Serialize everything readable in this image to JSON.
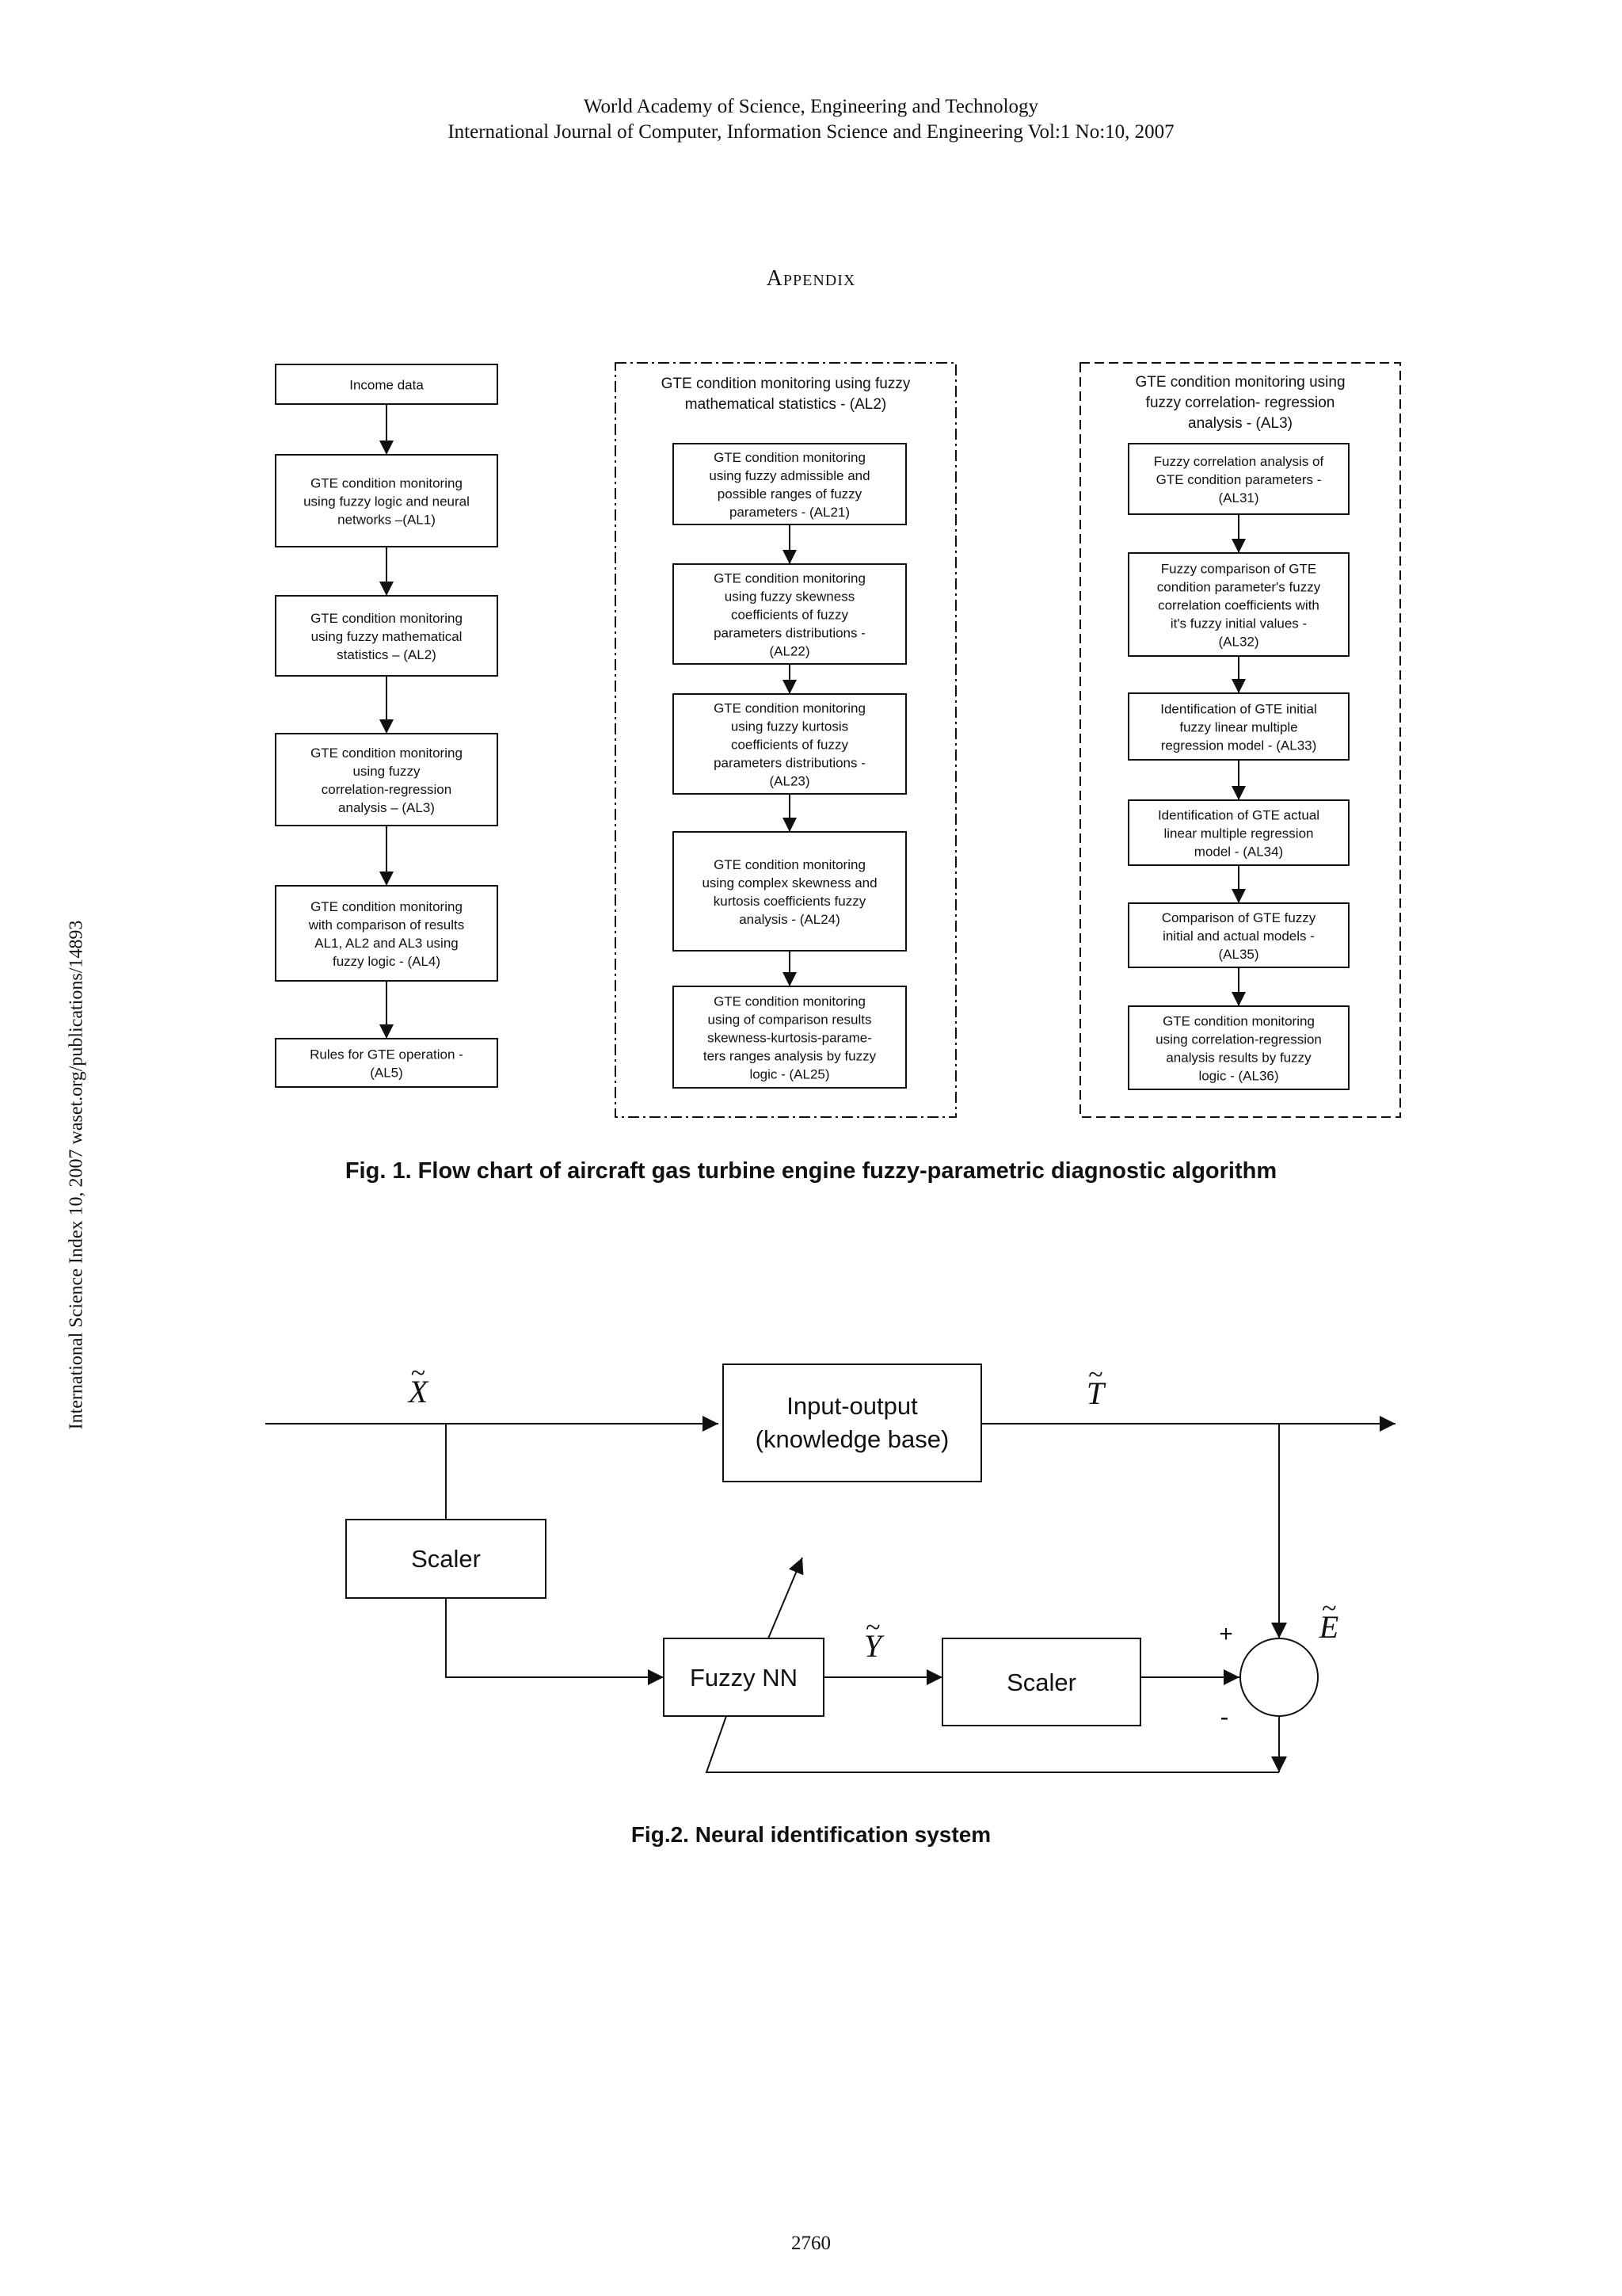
{
  "header": {
    "line1": "World Academy of Science, Engineering and Technology",
    "line2": "International Journal of Computer, Information Science and Engineering Vol:1 No:10, 2007"
  },
  "appendix_title": "Appendix",
  "side_note": "International Science Index 10, 2007 waset.org/publications/14893",
  "fig1": {
    "caption": "Fig. 1. Flow chart of aircraft gas turbine engine fuzzy-parametric  diagnostic algorithm",
    "col1": [
      [
        "Income data"
      ],
      [
        "GTE condition monitoring",
        "using  fuzzy  logic and neural",
        "networks –(AL1)"
      ],
      [
        "GTE  condition monitoring",
        "using  fuzzy  mathematical",
        "statistics – (AL2)"
      ],
      [
        "GTE condition monitoring",
        "using  fuzzy",
        "correlation-regression",
        "analysis – (AL3)"
      ],
      [
        "GTE condition monitoring",
        "with comparison of results",
        "AL1, AL2 and AL3 using",
        "fuzzy logic  - (AL4)"
      ],
      [
        "Rules for GTE operation -",
        "(AL5)"
      ]
    ],
    "col2_title": [
      "GTE condition monitoring using  fuzzy",
      "mathematical statistics  - (AL2)"
    ],
    "col2": [
      [
        "GTE condition  monitoring",
        "using  fuzzy admissible  and",
        "possible  ranges  of  fuzzy",
        "parameters - (AL21)"
      ],
      [
        "GTE condition  monitoring",
        "using fuzzy skewness",
        "coefficients of fuzzy",
        "parameters distributions -",
        "(AL22)"
      ],
      [
        "GTE condition  monitoring",
        "using  fuzzy kurtosis",
        "coefficients  of  fuzzy",
        "parameters distributions -",
        "(AL23)"
      ],
      [
        "GTE condition monitoring",
        "using  complex skewness and",
        "kurtosis  coefficients fuzzy",
        "analysis - (AL24)"
      ],
      [
        "GTE condition  monitoring",
        "using of comparison  results",
        "skewness-kurtosis-parame-",
        "ters  ranges analysis by fuzzy",
        "logic - (AL25)"
      ]
    ],
    "col3_title": [
      "GTE condition  monitoring using",
      "fuzzy correlation- regression",
      "analysis -  (AL3)"
    ],
    "col3": [
      [
        "Fuzzy correlation analysis of",
        "GTE condition parameters -",
        "(AL31)"
      ],
      [
        "Fuzzy comparison of GTE",
        "condition parameter's fuzzy",
        "correlation  coefficients  with",
        "it's  fuzzy initial  values -",
        "(AL32)"
      ],
      [
        "Identification of GTE  initial",
        "fuzzy  linear  multiple",
        "regression  model  - (AL33)"
      ],
      [
        "Identification of GTE actual",
        "linear multiple regression",
        "model - (AL34)"
      ],
      [
        "Comparison of GTE fuzzy",
        "initial and actual models -",
        "(AL35)"
      ],
      [
        "GTE condition monitoring",
        "using  correlation-regression",
        "analysis  results by  fuzzy",
        "logic - (AL36)"
      ]
    ]
  },
  "fig2": {
    "caption": "Fig.2. Neural identification system",
    "input_label": "X",
    "output_label": "T",
    "nn_output_label": "Y",
    "error_label": "E",
    "tilde": "~",
    "kb_line1": "Input-output",
    "kb_line2": "(knowledge base)",
    "scaler_left": "Scaler",
    "fuzzy_nn": "Fuzzy NN",
    "scaler_right": "Scaler",
    "plus": "+",
    "minus": "-"
  },
  "page_number": "2760"
}
